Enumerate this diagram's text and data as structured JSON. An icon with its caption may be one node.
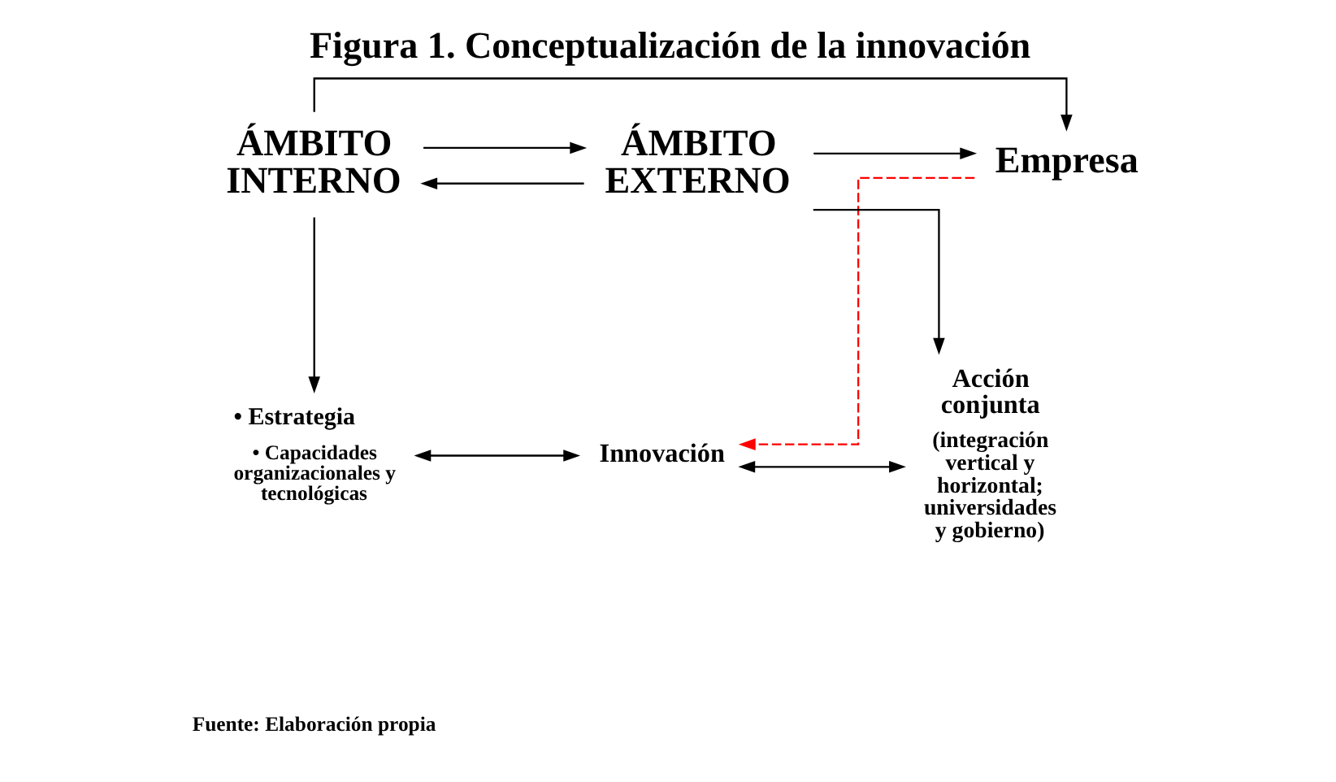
{
  "diagram": {
    "title": "Figura 1. Conceptualización de la innovación",
    "nodes": [
      {
        "text": [
          "ÁMBITO INTERNO"
        ]
      },
      {
        "text": [
          "Empresa"
        ]
      },
      {
        "text": [
          "ÁMBITO EXTERNO"
        ]
      },
      {
        "text": [
          "• Estrategia",
          "• Capacidades organizacionales y tecnológicas"
        ]
      },
      {
        "text": [
          "Innovación"
        ]
      },
      {
        "text": [
          "Acción conjunta",
          "(integración vertical y horizontal; universidades y gobierno)"
        ]
      }
    ],
    "edges": [
      {
        "from": 0,
        "to": 2,
        "arrow": "to"
      },
      {
        "from": 0,
        "to": 1,
        "arrow": "to"
      },
      {
        "from": 2,
        "to": 1,
        "arrow": "to"
      },
      {
        "from": 2,
        "to": 0,
        "arrow": "to"
      },
      {
        "from": 1,
        "to": 4,
        "arrow": "to",
        "style": "dashed",
        "color": "#ff0000"
      },
      {
        "from": 0,
        "to": 3,
        "arrow": "to"
      },
      {
        "from": 3,
        "to": 4,
        "arrow": "both"
      },
      {
        "from": 4,
        "to": 5,
        "arrow": "both"
      },
      {
        "from": 2,
        "to": 5,
        "arrow": "to"
      }
    ],
    "labels": [
      "Fuente: Elaboración propia"
    ]
  }
}
